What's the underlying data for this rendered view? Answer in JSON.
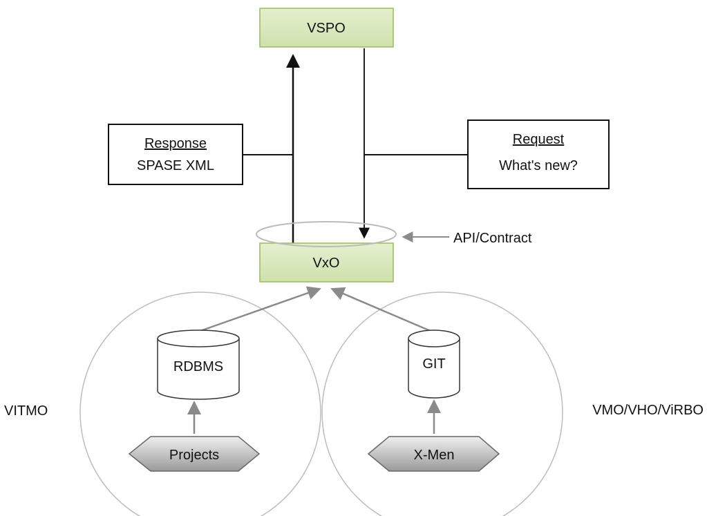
{
  "nodes": {
    "vspo": {
      "label": "VSPO"
    },
    "vxo": {
      "label": "VxO"
    },
    "response": {
      "title": "Response",
      "subtitle": "SPASE XML"
    },
    "request": {
      "title": "Request",
      "subtitle": "What's new?"
    },
    "api": {
      "label": "API/Contract"
    },
    "rdbms": {
      "label": "RDBMS"
    },
    "git": {
      "label": "GIT"
    },
    "projects": {
      "label": "Projects"
    },
    "xmen": {
      "label": "X-Men"
    },
    "vitmo": {
      "label": "VITMO"
    },
    "vmo_group": {
      "label": "VMO/VHO/ViRBO"
    }
  },
  "colors": {
    "box_fill": "#d7e6b9",
    "box_stroke": "#9bbb59",
    "hex_fill_top": "#e9e9e9",
    "hex_fill_bottom": "#9c9c9c",
    "line": "#222222",
    "gray_line": "#8a8a8a",
    "circle_stroke": "#bbbbbb"
  }
}
